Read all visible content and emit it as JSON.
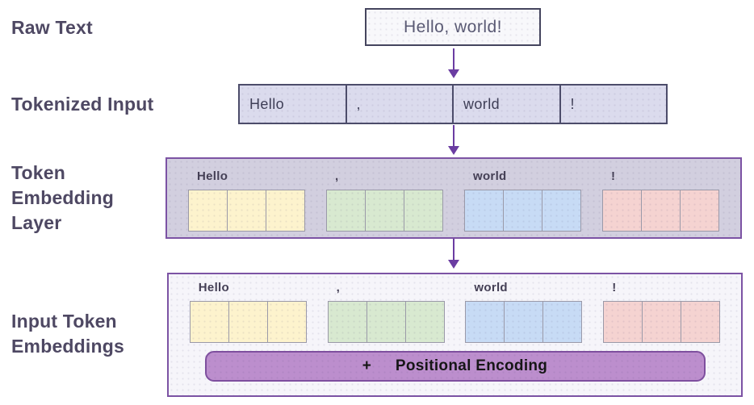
{
  "stages": {
    "raw_text": {
      "label": "Raw Text",
      "value": "Hello, world!"
    },
    "tokenized_input": {
      "label": "Tokenized Input",
      "tokens": [
        "Hello",
        ",",
        "world",
        "!"
      ]
    },
    "token_embedding_layer": {
      "label_lines": [
        "Token",
        "Embedding",
        "Layer"
      ]
    },
    "input_token_embeddings": {
      "label_lines": [
        "Input Token",
        "Embeddings"
      ],
      "positional_encoding": {
        "operator": "+",
        "label": "Positional Encoding"
      }
    }
  },
  "embeddings": [
    {
      "token": "Hello",
      "color": "#fdf3cd",
      "dims": 3
    },
    {
      "token": ",",
      "color": "#d8e9d0",
      "dims": 3
    },
    {
      "token": "world",
      "color": "#c7dbf5",
      "dims": 3
    },
    {
      "token": "!",
      "color": "#f5d3d1",
      "dims": 3
    }
  ],
  "colors": {
    "stage_label_text": "#4e4863",
    "arrow": "#6b3da2",
    "purple_border": "#7c53a4",
    "dark_border": "#4c4c6a",
    "tokenized_cell_bg": "#dbdbed",
    "raw_box_bg": "#f8f8fb",
    "embedding_layer_box_bg": "#d2cfdf",
    "input_embeddings_box_bg": "#f6f5fa",
    "cell_border": "#9a99a8",
    "positional_encoding_bg": "#bc8ecd",
    "positional_encoding_text": "#161616"
  }
}
